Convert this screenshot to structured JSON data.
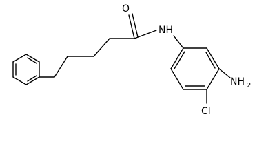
{
  "molecule": {
    "labels": {
      "oxygen": "O",
      "amide_nitrogen": "NH",
      "amino_group": "NH",
      "amino_subscript": "2",
      "chlorine": "Cl"
    }
  }
}
